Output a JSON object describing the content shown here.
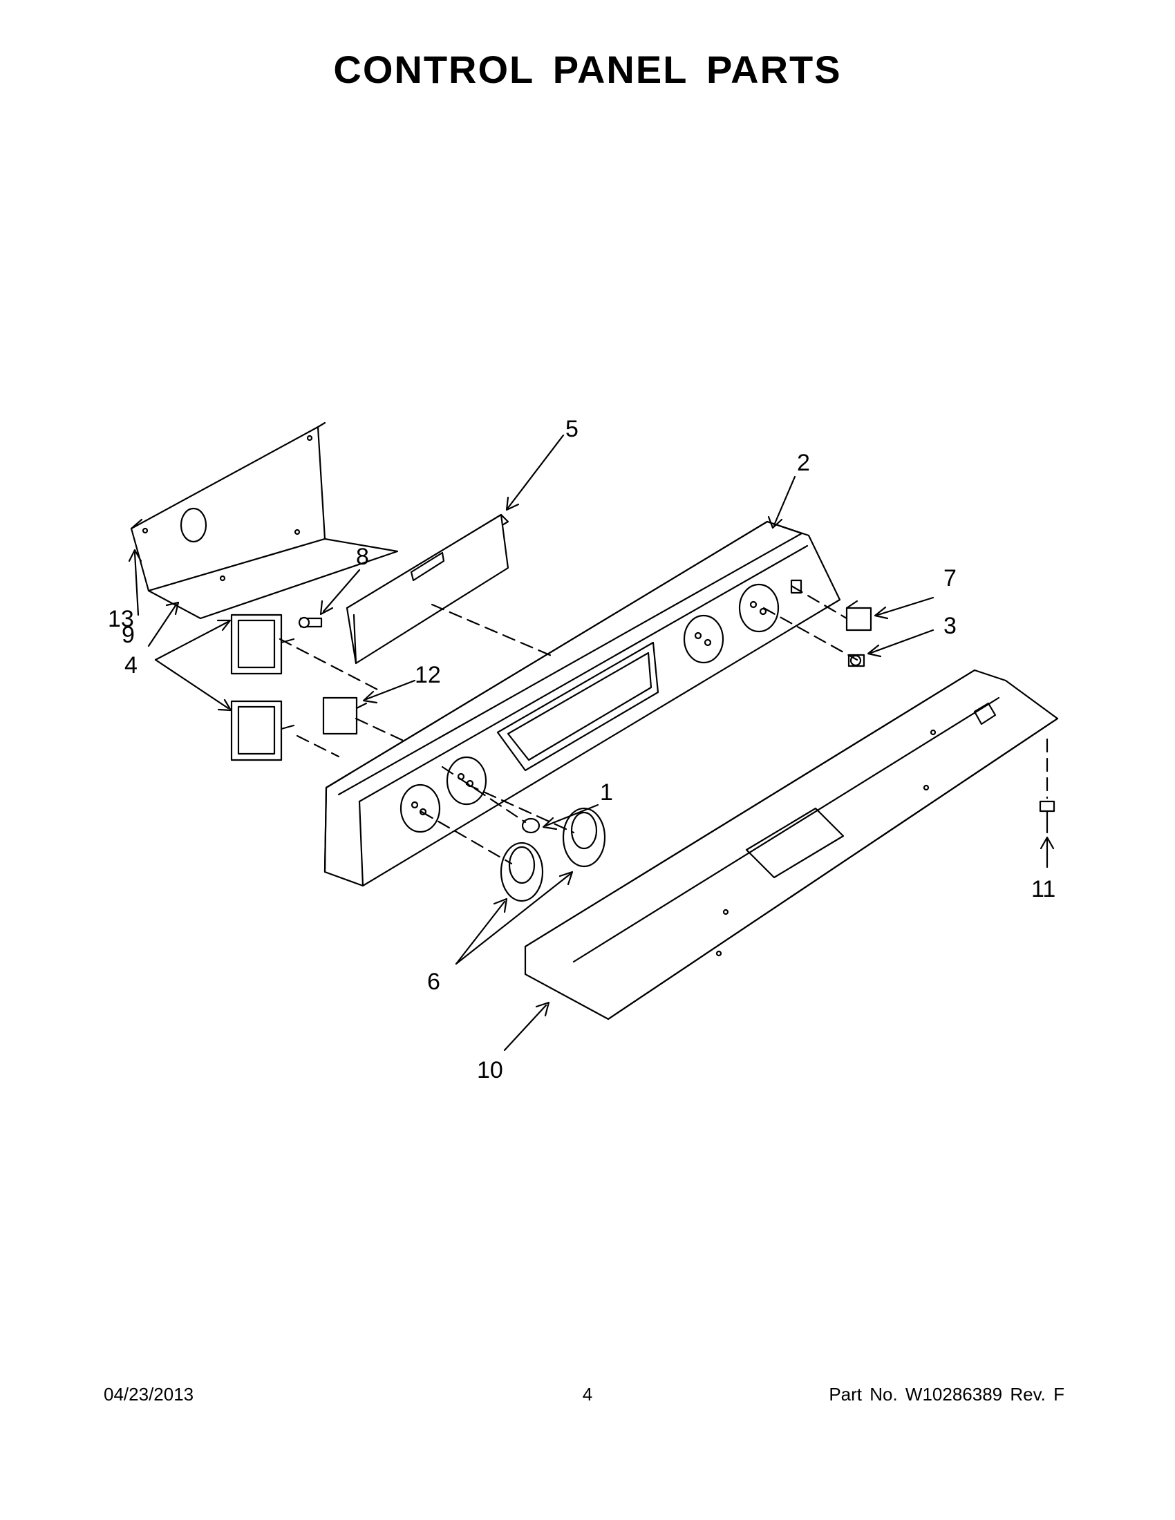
{
  "title": "CONTROL PANEL PARTS",
  "callouts": [
    "1",
    "2",
    "3",
    "4",
    "5",
    "6",
    "7",
    "8",
    "9",
    "10",
    "11",
    "12",
    "13"
  ],
  "footer": {
    "date": "04/23/2013",
    "page": "4",
    "part": "Part No.  W10286389  Rev.  F"
  }
}
